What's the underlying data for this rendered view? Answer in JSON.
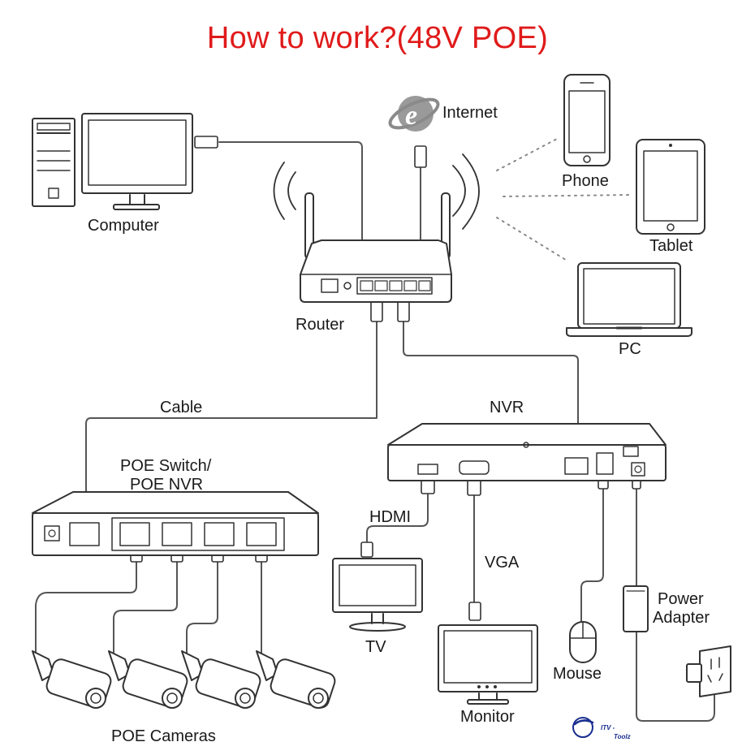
{
  "title": "How to work?(48V POE)",
  "labels": {
    "internet": "Internet",
    "computer": "Computer",
    "phone": "Phone",
    "tablet": "Tablet",
    "pc": "PC",
    "router": "Router",
    "cable": "Cable",
    "nvr": "NVR",
    "poe_switch_line1": "POE Switch/",
    "poe_switch_line2": "POE NVR",
    "hdmi": "HDMI",
    "vga": "VGA",
    "tv": "TV",
    "monitor": "Monitor",
    "mouse": "Mouse",
    "power_adapter_line1": "Power",
    "power_adapter_line2": "Adapter",
    "poe_cameras": "POE Cameras"
  },
  "watermark": {
    "line1": "ITV -",
    "line2": "Toolz"
  },
  "colors": {
    "title": "#e01a1a",
    "internet_logo": "#8a8a8a",
    "line": "#333333",
    "wireless_dots": "#888888"
  },
  "icons": [
    "internet-explorer-icon",
    "computer-icon",
    "phone-icon",
    "tablet-icon",
    "laptop-icon",
    "router-icon",
    "nvr-icon",
    "poe-switch-icon",
    "tv-icon",
    "monitor-icon",
    "mouse-icon",
    "power-adapter-icon",
    "wall-socket-icon",
    "camera-icon"
  ]
}
